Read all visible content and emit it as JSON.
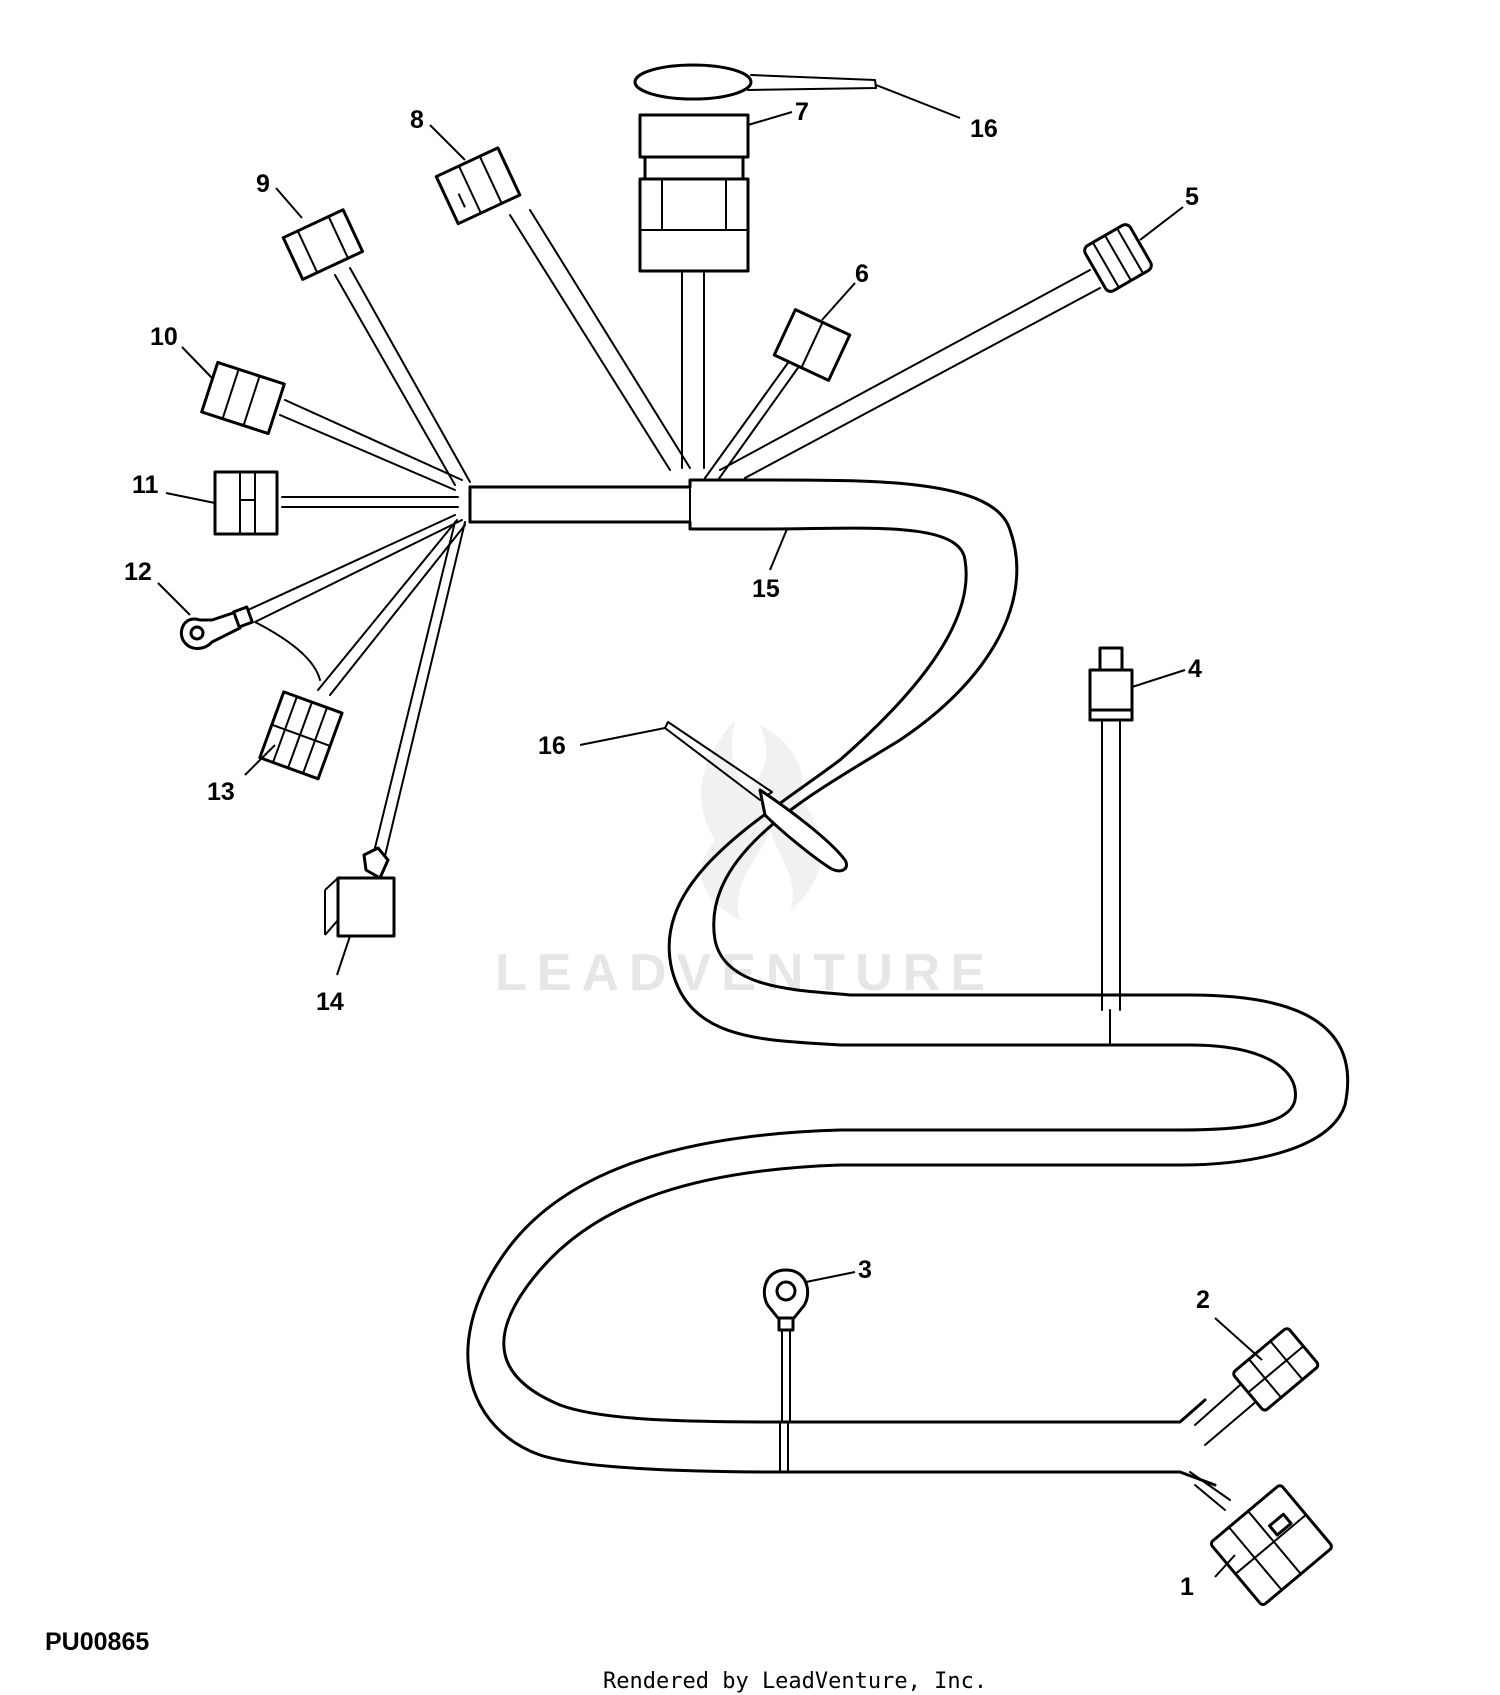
{
  "figure_id": "PU00865",
  "credit": "Rendered by LeadVenture, Inc.",
  "watermark": "LEADVENTURE",
  "callouts": [
    {
      "key": "1",
      "label": "1"
    },
    {
      "key": "2",
      "label": "2"
    },
    {
      "key": "3",
      "label": "3"
    },
    {
      "key": "4",
      "label": "4"
    },
    {
      "key": "5",
      "label": "5"
    },
    {
      "key": "6",
      "label": "6"
    },
    {
      "key": "7",
      "label": "7"
    },
    {
      "key": "8",
      "label": "8"
    },
    {
      "key": "9",
      "label": "9"
    },
    {
      "key": "10",
      "label": "10"
    },
    {
      "key": "11",
      "label": "11"
    },
    {
      "key": "12",
      "label": "12"
    },
    {
      "key": "13",
      "label": "13"
    },
    {
      "key": "14",
      "label": "14"
    },
    {
      "key": "15",
      "label": "15"
    },
    {
      "key": "16a",
      "label": "16"
    },
    {
      "key": "16b",
      "label": "16"
    }
  ]
}
